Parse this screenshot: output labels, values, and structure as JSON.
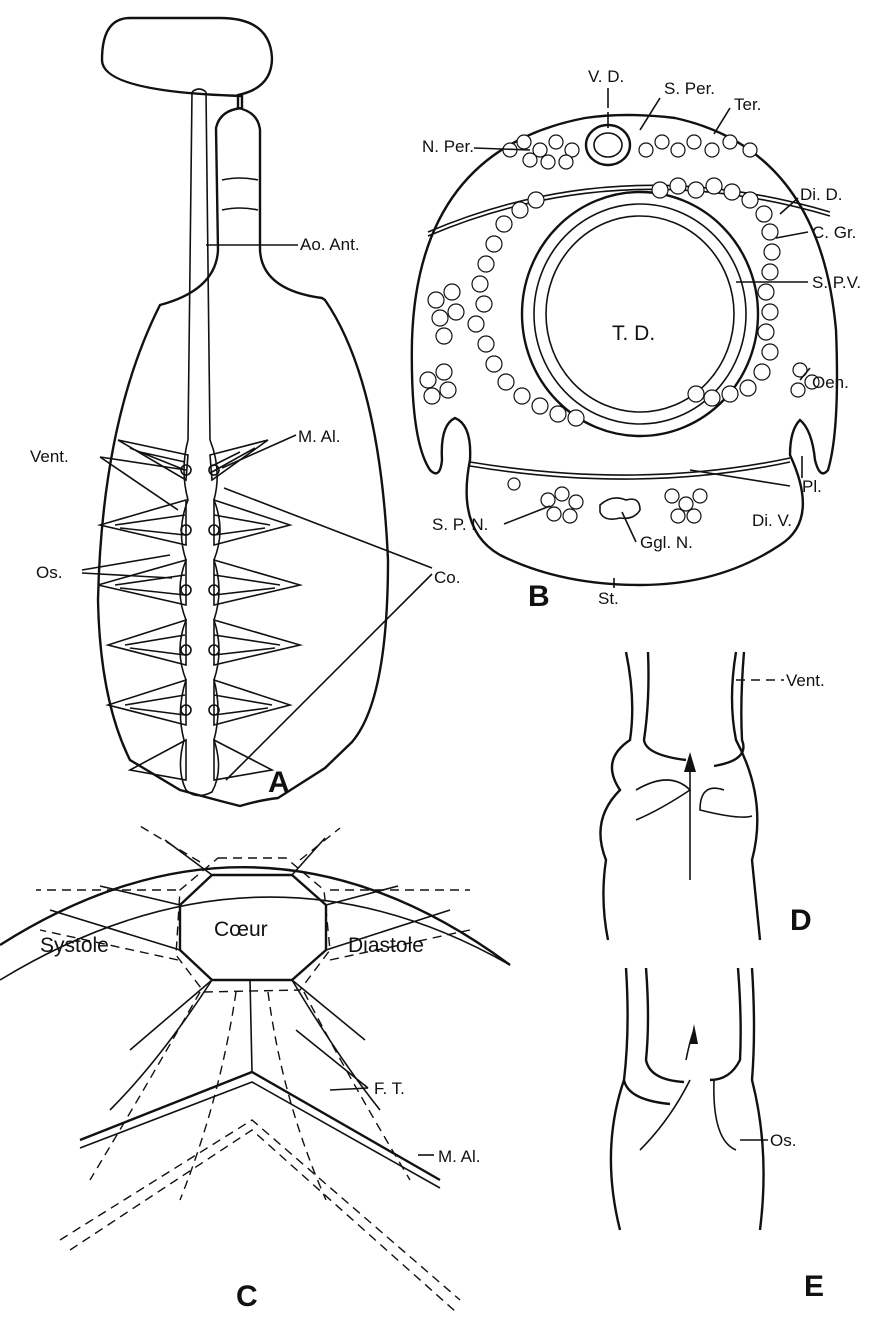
{
  "panels": {
    "A": {
      "letter": "A",
      "labels": {
        "ao_ant": "Ao. Ant.",
        "m_al": "M. Al.",
        "vent": "Vent.",
        "os": "Os.",
        "co": "Co."
      }
    },
    "B": {
      "letter": "B",
      "labels": {
        "vd": "V. D.",
        "s_per": "S. Per.",
        "ter": "Ter.",
        "n_per": "N. Per.",
        "di_d": "Di. D.",
        "c_gr": "C. Gr.",
        "td": "T. D.",
        "spv": "S. P.V.",
        "oen": "Oen.",
        "pl": "Pl.",
        "di_v": "Di. V.",
        "spn": "S. P. N.",
        "st": "St.",
        "ggl": "Ggl. N."
      }
    },
    "C": {
      "letter": "C",
      "labels": {
        "coeur": "Cœur",
        "systole": "Systole",
        "diastole": "Diastole",
        "ft": "F. T.",
        "m_al": "M. Al."
      }
    },
    "D": {
      "letter": "D",
      "labels": {
        "vent": "Vent."
      }
    },
    "E": {
      "letter": "E",
      "labels": {
        "os": "Os."
      }
    }
  },
  "colors": {
    "ink": "#111111",
    "paper": "#ffffff"
  }
}
